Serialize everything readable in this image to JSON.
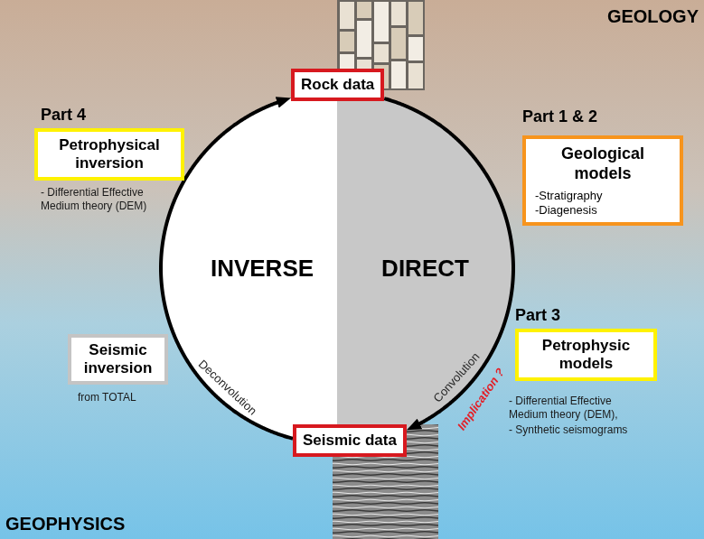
{
  "diagram": {
    "nodes": [
      {
        "text": [
          "Rock data"
        ]
      },
      {
        "text": [
          "Part 4",
          "Petrophysical inversion"
        ]
      },
      {
        "text": [
          "Part 1 & 2",
          "Geological models",
          "-Stratigraphy",
          "-Diagenesis"
        ]
      },
      {
        "text": [
          "INVERSE"
        ]
      },
      {
        "text": [
          "DIRECT"
        ]
      },
      {
        "text": [
          "Part 3",
          "Petrophysic models"
        ]
      },
      {
        "text": [
          "Seismic inversion"
        ]
      },
      {
        "text": [
          "Seismic data"
        ]
      }
    ],
    "edges": [
      {
        "from": 7,
        "to": 0,
        "arrow": "to",
        "label": "Deconvolution"
      },
      {
        "from": 0,
        "to": 7,
        "arrow": "to",
        "label": "Convolution"
      }
    ],
    "labels": [
      "GEOLOGY",
      "- Differential Effective Medium theory (DEM)",
      "Implication ?",
      "- Differential Effective Medium theory (DEM),",
      "- Synthetic seismograms",
      "from TOTAL",
      "GEOPHYSICS"
    ]
  }
}
